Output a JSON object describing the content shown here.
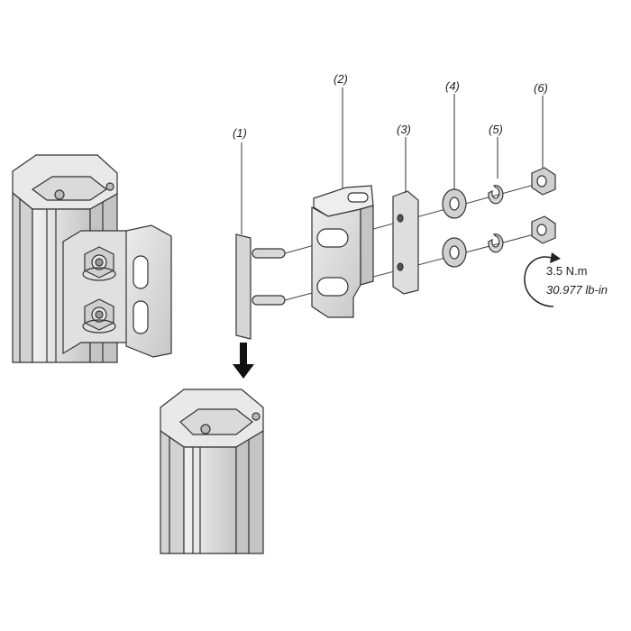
{
  "figure": {
    "part_labels": [
      "(1)",
      "(2)",
      "(3)",
      "(4)",
      "(5)",
      "(6)"
    ],
    "torque": {
      "metric": "3.5 N.m",
      "imperial": "30.977 lb-in"
    }
  },
  "colors": {
    "metal_light": "#e6e6e6",
    "metal_mid": "#cfcfcf",
    "metal_dark": "#a9a9a9",
    "outline": "#333333"
  }
}
